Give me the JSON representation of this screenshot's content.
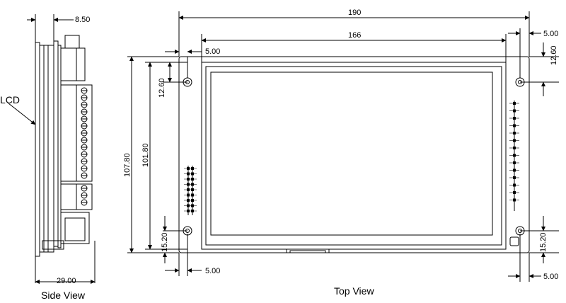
{
  "side_view": {
    "caption": "Side View",
    "lcd_label": "LCD",
    "dim_depth_top": "8.50",
    "dim_width_bottom": "29.00"
  },
  "top_view": {
    "caption": "Top View",
    "dim_overall_width": "190",
    "dim_hole_spacing_width": "166",
    "dim_left_top_offset": "5.00",
    "dim_right_top_offset": "5.00",
    "dim_right_top_vertical": "12.60",
    "dim_left_vertical_inset": "12.60",
    "dim_overall_height": "107.80",
    "dim_hole_spacing_height": "101.80",
    "dim_left_bottom_vertical": "15.20",
    "dim_right_bottom_vertical": "15.20",
    "dim_left_bottom_offset": "5.00",
    "dim_right_bottom_offset": "5.00"
  }
}
